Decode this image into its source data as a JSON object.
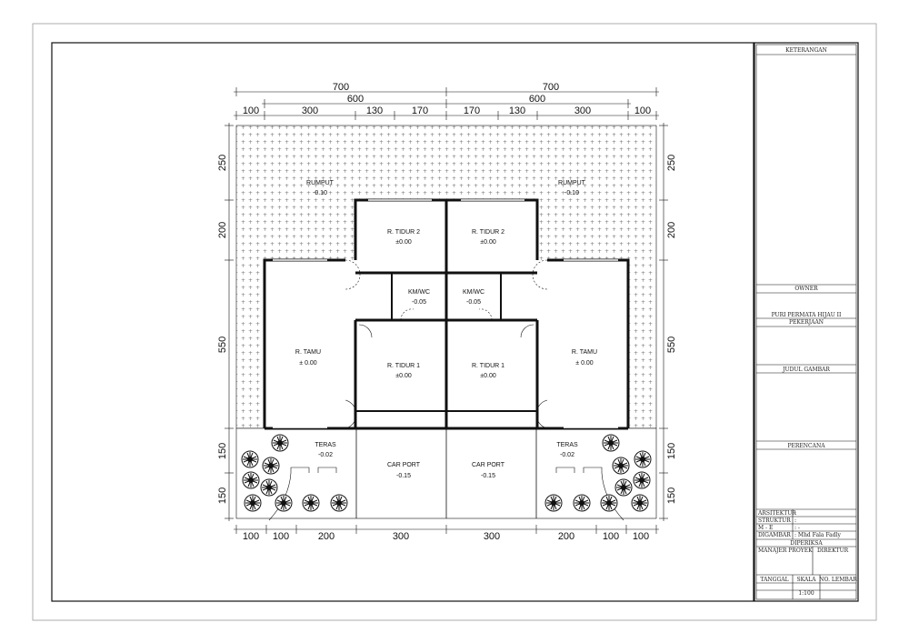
{
  "dimensions": {
    "top_total": [
      "700",
      "700"
    ],
    "top_mid": [
      "600",
      "600"
    ],
    "top_detail": [
      "100",
      "300",
      "130",
      "170",
      "170",
      "130",
      "300",
      "100"
    ],
    "bottom": [
      "100",
      "100",
      "200",
      "300",
      "300",
      "200",
      "100",
      "100"
    ],
    "left": [
      "250",
      "200",
      "550",
      "150",
      "150"
    ],
    "right": [
      "250",
      "200",
      "550",
      "150",
      "150"
    ]
  },
  "rooms": {
    "rumput_left": {
      "name": "RUMPUT",
      "level": "-0.10"
    },
    "rumput_right": {
      "name": "RUMPUT",
      "level": "-0.10"
    },
    "tidur2_left": {
      "name": "R. TIDUR 2",
      "level": "±0.00"
    },
    "tidur2_right": {
      "name": "R. TIDUR 2",
      "level": "±0.00"
    },
    "kmwc_left": {
      "name": "KM/WC",
      "level": "-0.05"
    },
    "kmwc_right": {
      "name": "KM/WC",
      "level": "-0.05"
    },
    "tamu_left": {
      "name": "R. TAMU",
      "level": "± 0.00"
    },
    "tamu_right": {
      "name": "R. TAMU",
      "level": "± 0.00"
    },
    "tidur1_left": {
      "name": "R. TIDUR 1",
      "level": "±0.00"
    },
    "tidur1_right": {
      "name": "R. TIDUR 1",
      "level": "±0.00"
    },
    "teras_left": {
      "name": "TERAS",
      "level": "-0.02"
    },
    "teras_right": {
      "name": "TERAS",
      "level": "-0.02"
    },
    "carport_left": {
      "name": "CAR PORT",
      "level": "-0.15"
    },
    "carport_right": {
      "name": "CAR PORT",
      "level": "-0.15"
    }
  },
  "title_block": {
    "keterangan": "KETERANGAN",
    "owner": "OWNER",
    "owner_value": "PURI PERMATA HIJAU II",
    "pekerjaan": "PEKERJAAN",
    "judul_gambar": "JUDUL GAMBAR",
    "perencana": "PERENCANA",
    "arsitektur": "ARSITEKTUR",
    "arsitektur_value": ":",
    "struktur": "STRUKTUR",
    "struktur_value": ":",
    "me": "M - E",
    "me_value": ": -",
    "digambar": "DIGAMBAR",
    "digambar_value": ": Mhd Fala Fadly",
    "diperiksa": "DIPERIKSA",
    "manajer": "MANAJER PROYEK",
    "direktur": "DIREKTUR",
    "tanggal": "TANGGAL",
    "skala": "SKALA",
    "no_lembar": "NO. LEMBAR",
    "skala_value": "1:100"
  }
}
